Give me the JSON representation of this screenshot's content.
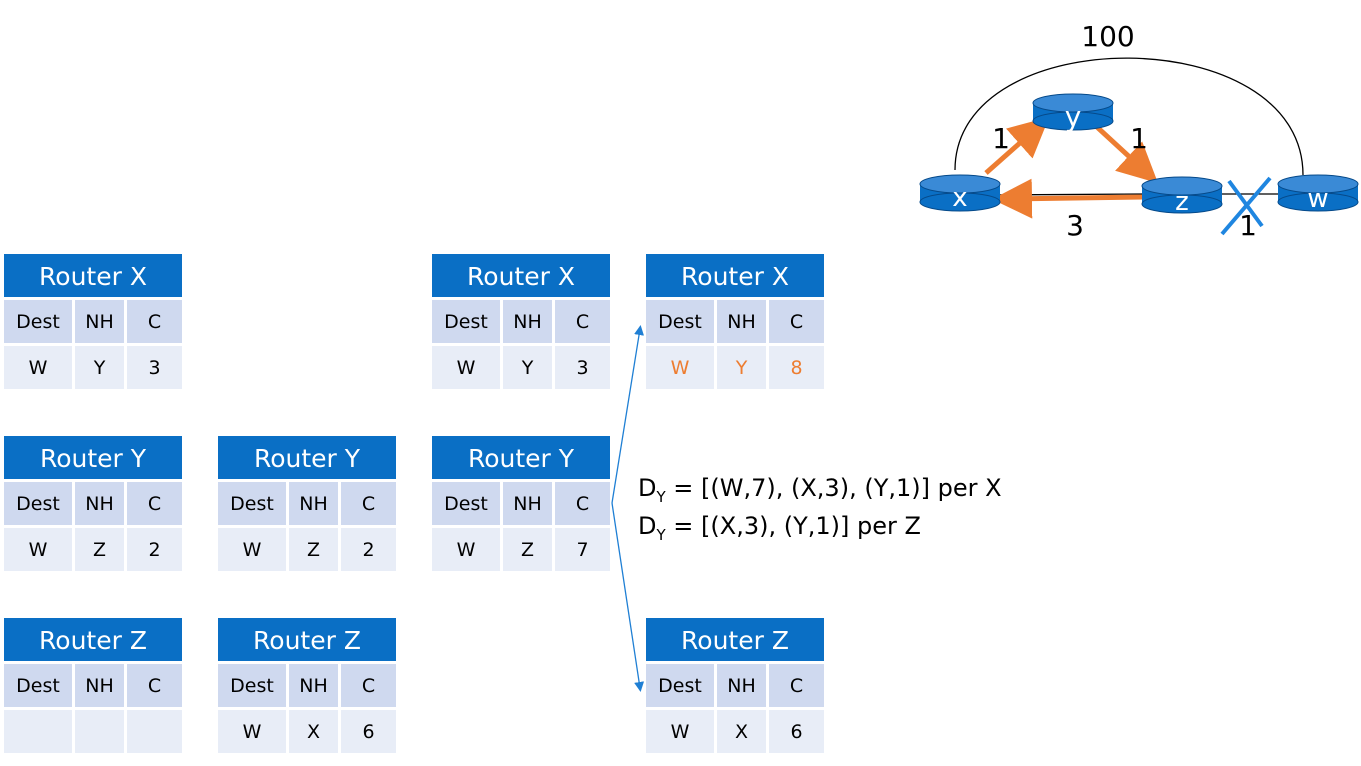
{
  "tables": [
    {
      "id": "t1",
      "title": "Router X",
      "headers": [
        "Dest",
        "NH",
        "C"
      ],
      "rows": [
        [
          "W",
          "Y",
          "3"
        ]
      ]
    },
    {
      "id": "t2",
      "title": "Router Y",
      "headers": [
        "Dest",
        "NH",
        "C"
      ],
      "rows": [
        [
          "W",
          "Z",
          "2"
        ]
      ]
    },
    {
      "id": "t3",
      "title": "Router Z",
      "headers": [
        "Dest",
        "NH",
        "C"
      ],
      "rows": [
        [
          "",
          "",
          ""
        ]
      ]
    },
    {
      "id": "t4",
      "title": "Router Y",
      "headers": [
        "Dest",
        "NH",
        "C"
      ],
      "rows": [
        [
          "W",
          "Z",
          "2"
        ]
      ]
    },
    {
      "id": "t5",
      "title": "Router Z",
      "headers": [
        "Dest",
        "NH",
        "C"
      ],
      "rows": [
        [
          "W",
          "X",
          "6"
        ]
      ]
    },
    {
      "id": "t6",
      "title": "Router X",
      "headers": [
        "Dest",
        "NH",
        "C"
      ],
      "rows": [
        [
          "W",
          "Y",
          "3"
        ]
      ]
    },
    {
      "id": "t7",
      "title": "Router Y",
      "headers": [
        "Dest",
        "NH",
        "C"
      ],
      "rows": [
        [
          "W",
          "Z",
          "7"
        ]
      ]
    },
    {
      "id": "t8",
      "title": "Router X",
      "headers": [
        "Dest",
        "NH",
        "C"
      ],
      "rows": [
        [
          "W",
          "Y",
          "8"
        ]
      ],
      "highlight": true
    },
    {
      "id": "t9",
      "title": "Router Z",
      "headers": [
        "Dest",
        "NH",
        "C"
      ],
      "rows": [
        [
          "W",
          "X",
          "6"
        ]
      ]
    }
  ],
  "vectors": {
    "line1": {
      "main": "D",
      "sub": "Y",
      "rest": " = [(W,7), (X,3), (Y,1)] per X"
    },
    "line2": {
      "main": "D",
      "sub": "Y",
      "rest": " = [(X,3), (Y,1)] per Z"
    }
  },
  "topology": {
    "nodes": [
      {
        "id": "x",
        "label": "x"
      },
      {
        "id": "y",
        "label": "y"
      },
      {
        "id": "z",
        "label": "z"
      },
      {
        "id": "w",
        "label": "w"
      }
    ],
    "links": [
      {
        "from": "x",
        "to": "w",
        "cost": "100"
      },
      {
        "from": "x",
        "to": "y",
        "cost": "1"
      },
      {
        "from": "y",
        "to": "z",
        "cost": "1"
      },
      {
        "from": "z",
        "to": "x",
        "cost": "3"
      },
      {
        "from": "z",
        "to": "w",
        "cost": "1",
        "status": "failed"
      }
    ]
  },
  "colors": {
    "router": "#0a6fc5",
    "router_dark": "#064a8a",
    "path": "#ed7d31",
    "failure": "#1f86e0",
    "update_arrow": "#1f7fd4",
    "highlight": "#ed7d31"
  }
}
